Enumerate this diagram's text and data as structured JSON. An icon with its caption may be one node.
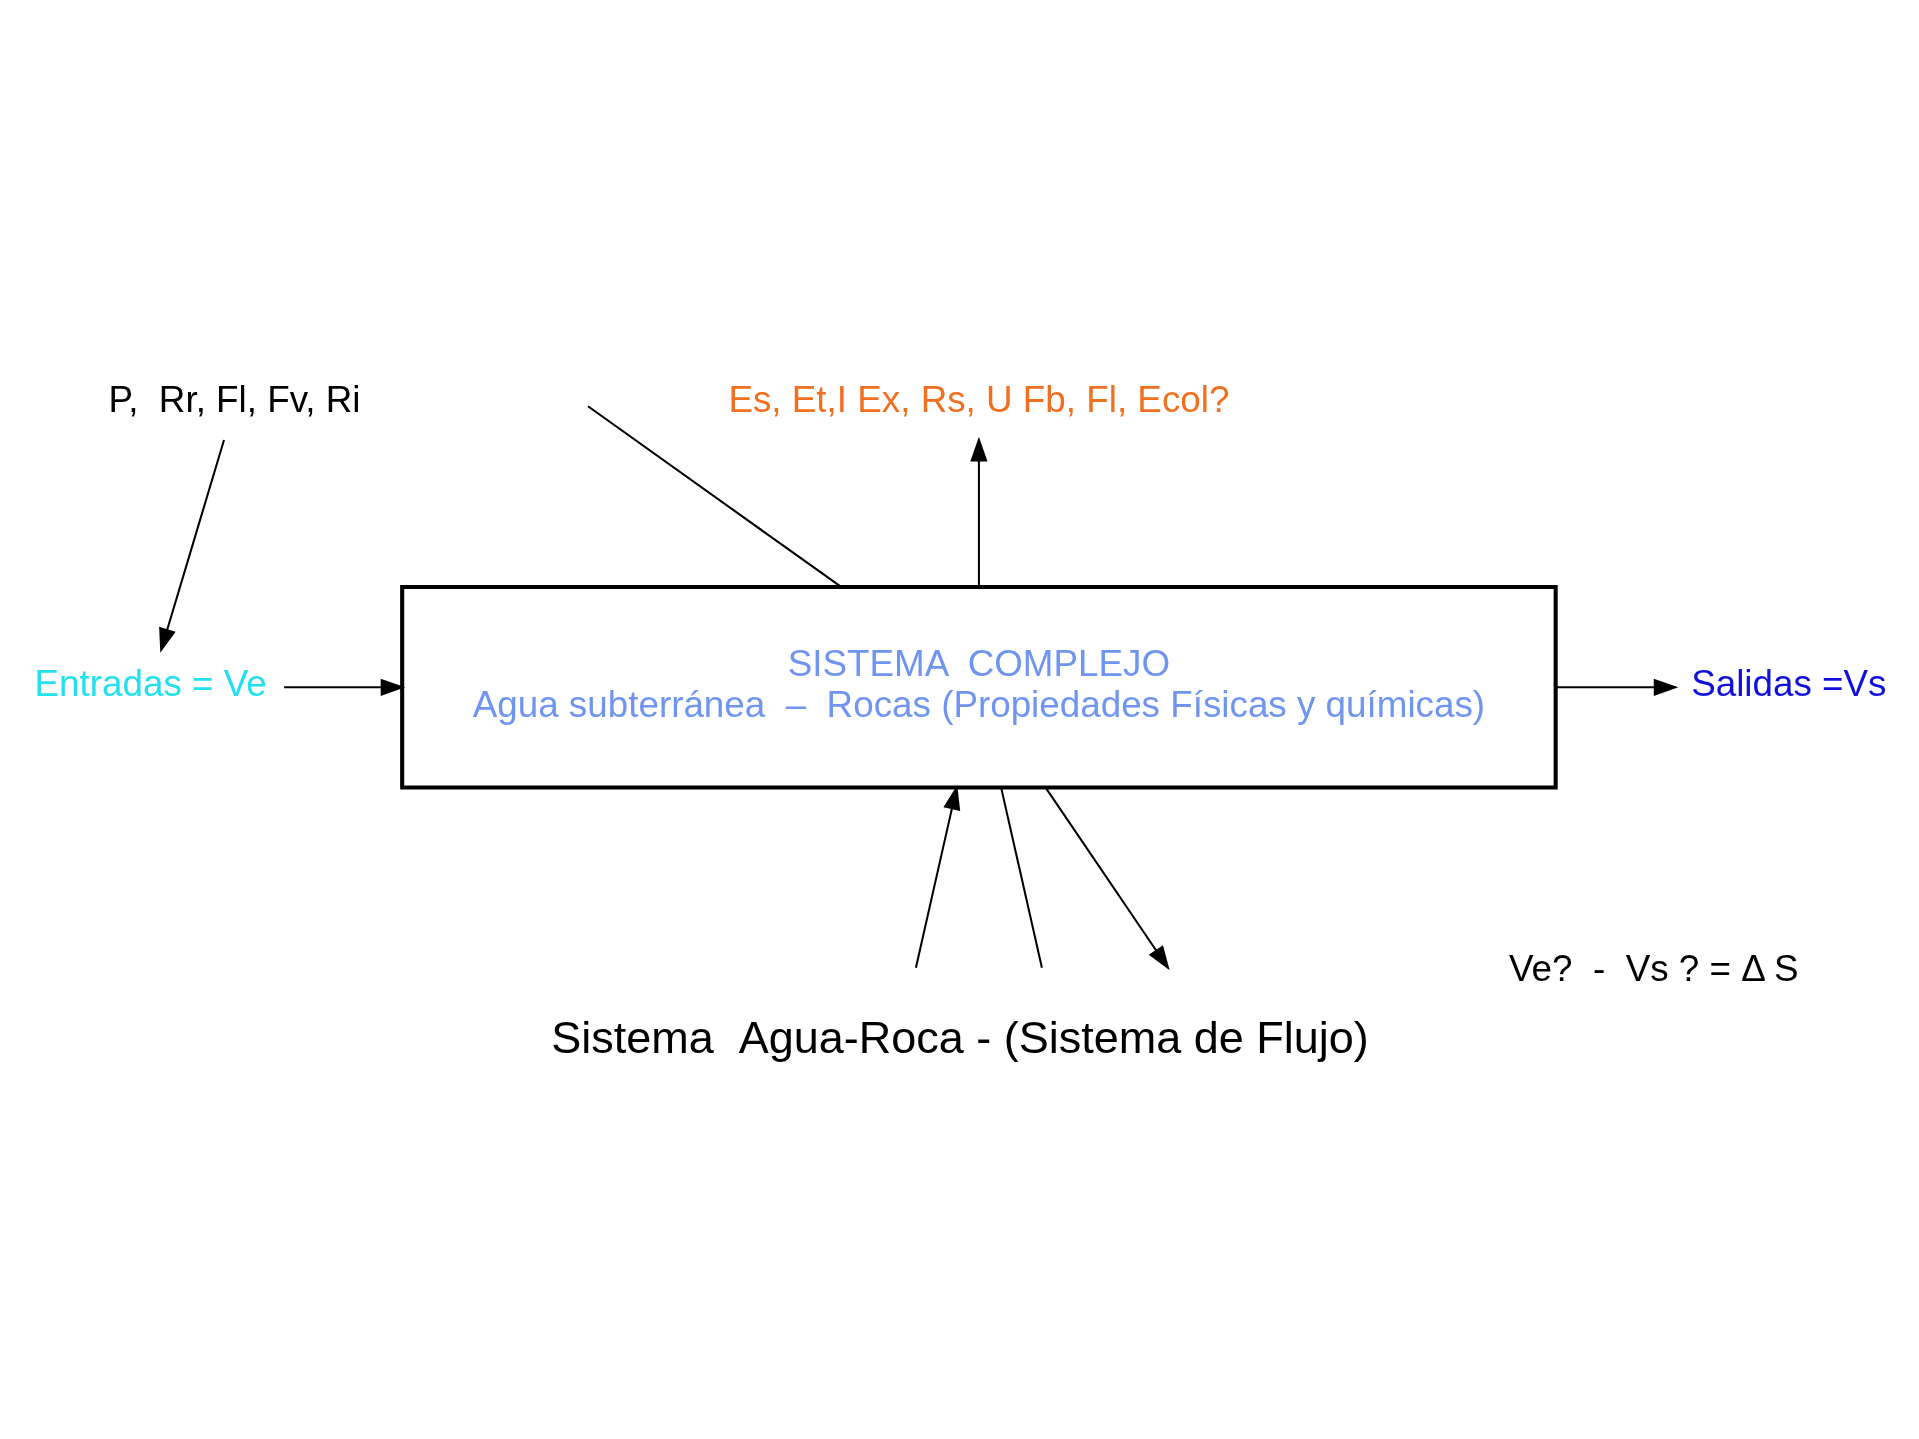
{
  "diagram": {
    "caption": "Sistema  Agua-Roca - (Sistema de Flujo)",
    "nodes": [
      {
        "text": [
          "P,  Rr, Fl, Fv, Ri"
        ]
      },
      {
        "text": [
          "Entradas = Ve"
        ]
      },
      {
        "text": [
          "SISTEMA  COMPLEJO",
          "Agua subterránea  –  Rocas (Propiedades Físicas y químicas)"
        ]
      },
      {
        "text": [
          "Salidas =Vs"
        ]
      },
      {
        "text": [
          "Es, Et,I Ex, Rs, U Fb, Fl, Ecol?"
        ]
      }
    ],
    "edges": [
      {
        "from": 0,
        "to": 1,
        "arrow": "to"
      },
      {
        "from": 1,
        "to": 2,
        "arrow": "to"
      },
      {
        "from": 2,
        "to": 3,
        "arrow": "to"
      },
      {
        "from": 2,
        "to": 4,
        "arrow": "to"
      },
      {
        "from": 2,
        "to": null,
        "arrow": "none"
      },
      {
        "from": 2,
        "to": null,
        "arrow": "to"
      },
      {
        "from": 2,
        "to": null,
        "arrow": "none"
      },
      {
        "from": null,
        "to": 2,
        "arrow": "to"
      }
    ],
    "labels": [
      "Ve?  -  Vs ? = Δ S"
    ]
  }
}
